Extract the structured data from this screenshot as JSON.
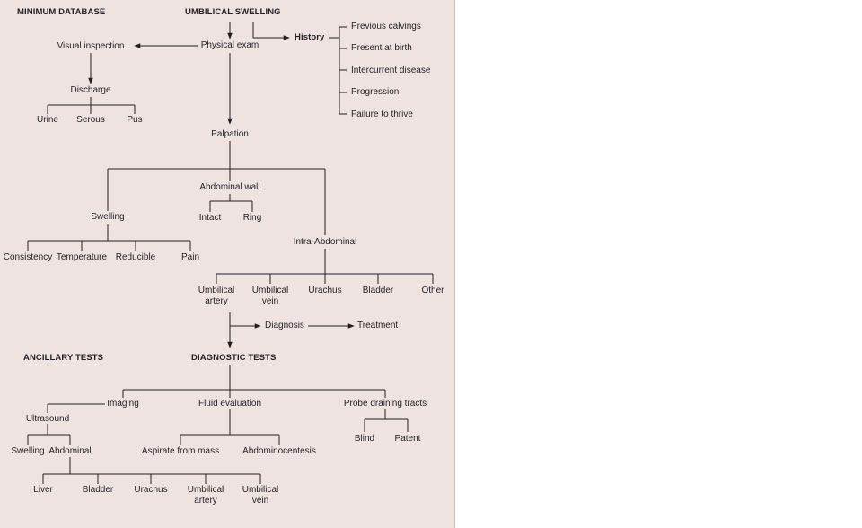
{
  "headings": {
    "minimum_database": "MINIMUM DATABASE",
    "umbilical_swelling": "UMBILICAL SWELLING",
    "ancillary_tests": "ANCILLARY TESTS",
    "diagnostic_tests": "DIAGNOSTIC TESTS"
  },
  "history": {
    "label": "History",
    "items": [
      "Previous calvings",
      "Present at birth",
      "Intercurrent disease",
      "Progression",
      "Failure to thrive"
    ]
  },
  "exam": {
    "physical_exam": "Physical exam",
    "visual_inspection": "Visual inspection",
    "discharge": "Discharge",
    "discharge_types": [
      "Urine",
      "Serous",
      "Pus"
    ],
    "palpation": "Palpation"
  },
  "palpation_branches": {
    "abdominal_wall": "Abdominal wall",
    "abdominal_wall_items": [
      "Intact",
      "Ring"
    ],
    "swelling": "Swelling",
    "swelling_items": [
      "Consistency",
      "Temperature",
      "Reducible",
      "Pain"
    ],
    "intra_abdominal": "Intra-Abdominal",
    "intra_items": [
      {
        "line1": "Umbilical",
        "line2": "artery"
      },
      {
        "line1": "Umbilical",
        "line2": "vein"
      },
      {
        "line1": "Urachus",
        "line2": ""
      },
      {
        "line1": "Bladder",
        "line2": ""
      },
      {
        "line1": "Other",
        "line2": ""
      }
    ]
  },
  "outcome": {
    "diagnosis": "Diagnosis",
    "treatment": "Treatment"
  },
  "diagnostic": {
    "imaging": "Imaging",
    "ultrasound": "Ultrasound",
    "ultrasound_items": [
      "Swelling",
      "Abdominal"
    ],
    "abdominal_items": [
      {
        "line1": "Liver",
        "line2": ""
      },
      {
        "line1": "Bladder",
        "line2": ""
      },
      {
        "line1": "Urachus",
        "line2": ""
      },
      {
        "line1": "Umbilical",
        "line2": "artery"
      },
      {
        "line1": "Umbilical",
        "line2": "vein"
      }
    ],
    "fluid_evaluation": "Fluid evaluation",
    "fluid_items": [
      "Aspirate from mass",
      "Abdominocentesis"
    ],
    "probe": "Probe draining tracts",
    "probe_items": [
      "Blind",
      "Patent"
    ]
  }
}
